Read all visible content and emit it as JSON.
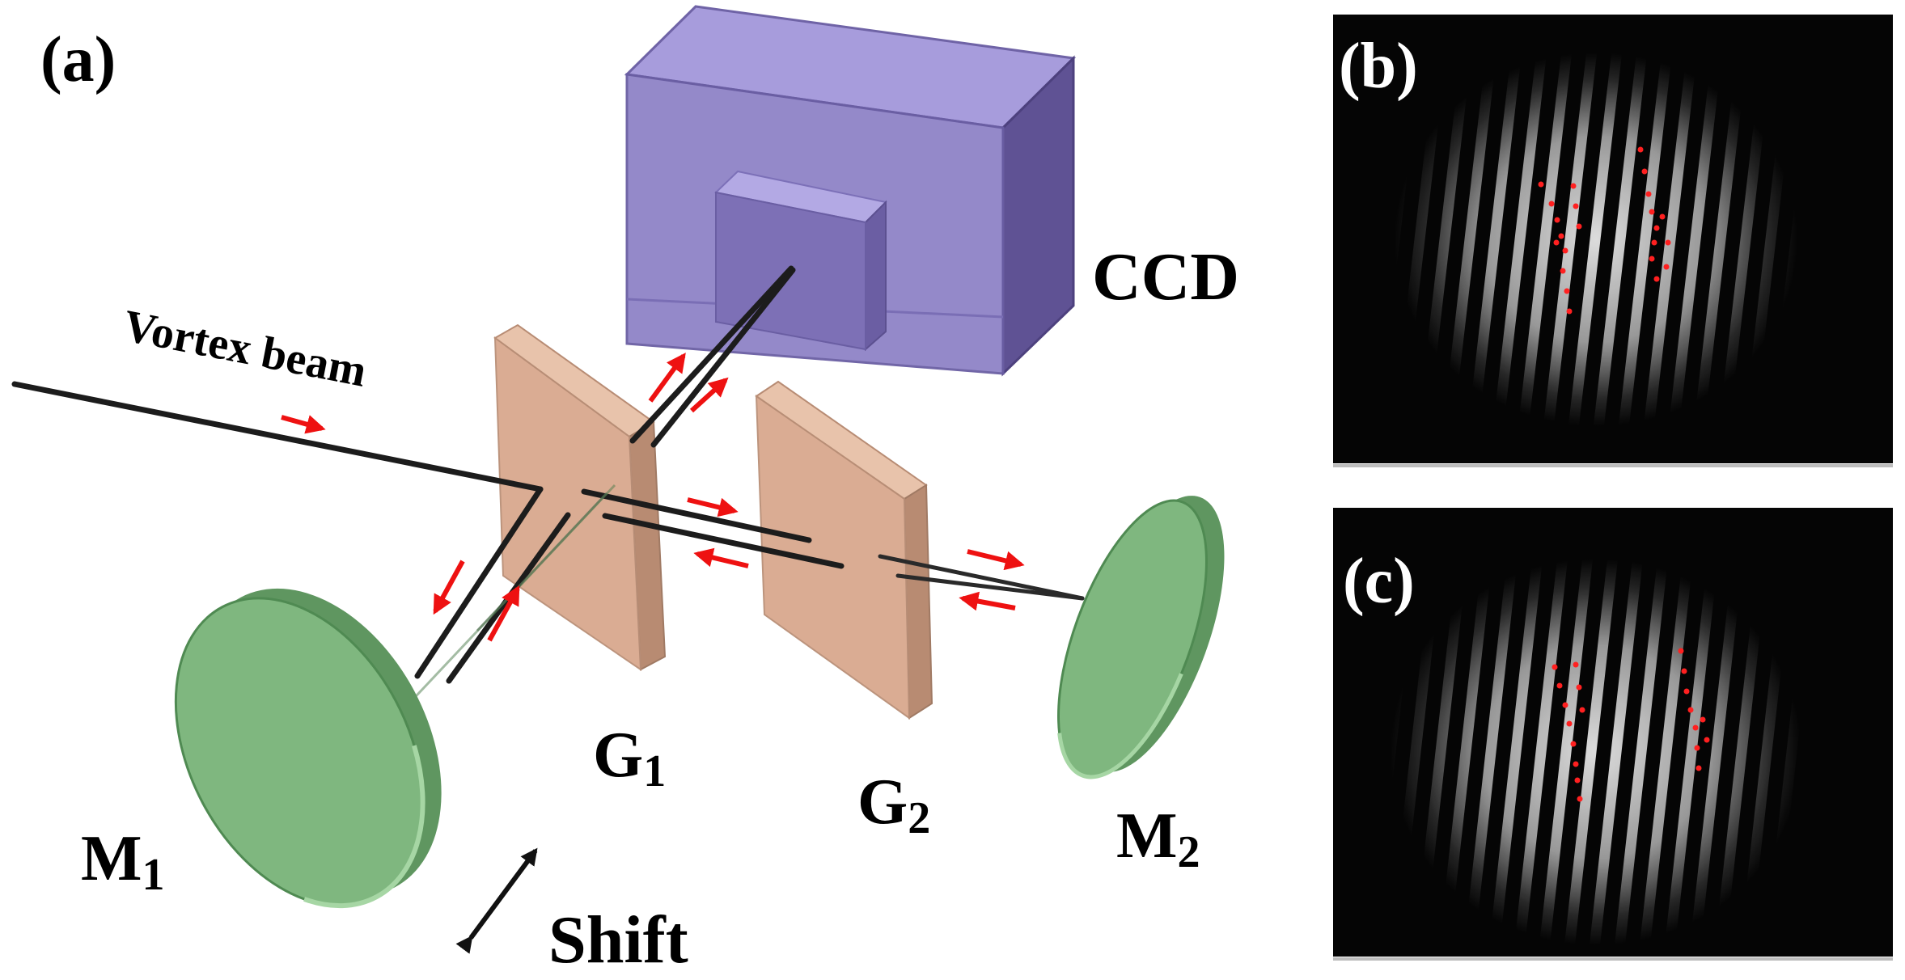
{
  "panels": {
    "a": {
      "label": "(a)"
    },
    "b": {
      "label": "(b)"
    },
    "c": {
      "label": "(c)"
    }
  },
  "components": {
    "ccd": "CCD",
    "beam_label": "Vortex beam",
    "g1_main": "G",
    "g1_sub": "1",
    "g2_main": "G",
    "g2_sub": "2",
    "m1_main": "M",
    "m1_sub": "1",
    "m2_main": "M",
    "m2_sub": "2",
    "shift": "Shift"
  },
  "colors": {
    "ccd_box": "#8f83c7",
    "glass_plate": "#d9a88e",
    "mirror": "#7fb77f",
    "beam": "#1c1c1c",
    "arrow": "#ee1111",
    "fringe_marker": "#ff2020",
    "panel_background": "#050505"
  },
  "icons": {
    "arrows": "red-direction-arrow",
    "shift": "double-headed-arrow"
  }
}
